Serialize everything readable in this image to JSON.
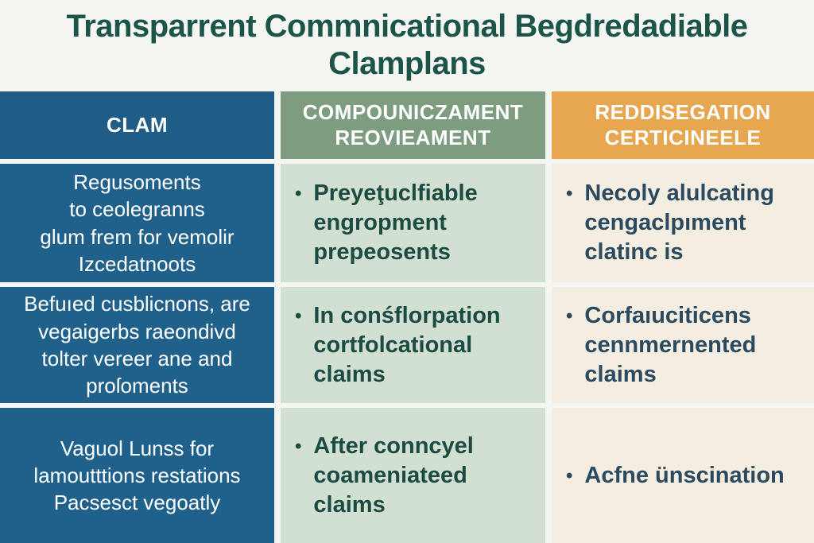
{
  "title": "Transparrent Commnicational Begdredadiable\nClamplans",
  "bullet": "•",
  "colors": {
    "background": "#f5f6f2",
    "title_teal": "#1b5449",
    "column_blue_header": "#1f5d86",
    "column_blue_cell": "#20618b",
    "header_green": "#7d9c80",
    "header_orange": "#e6a750",
    "cell_light_green": "#d1e0d1",
    "cell_cream": "#f3eee1",
    "bullet_text_green": "#1c4b43",
    "bullet_text_slate": "#2c4a5f"
  },
  "chart_data": {
    "type": "table",
    "title": "Transparrent Commnicational Begdredadiable Clamplans",
    "columns": [
      "CLAM",
      "COMPOUNICZAMENT\nREOVIEAMENT",
      "REDDISEGATION\nCERTICINEELE"
    ],
    "rows": [
      [
        "Regusoments\nto ceolegranns\nglum frem for vemolir\nIzcedatnoots",
        "Preyeţuclfiable\nengropment\nprepeosents",
        "Necoly alulcating\ncengaclpıment\nclatinc is"
      ],
      [
        "Befuıed cusblicnons, are\nvegaigerbs raeondivd\ntolter vereer ane and\nproſoments",
        "In conśflorpation\ncortfolcational\nclaims",
        "Corfaıuciticens\ncennmernented\nclaims"
      ],
      [
        "Vaguol Lunss for\nlamoutttions restations\nPacsesct vegoatly",
        "After conncyel\ncoameniateed\nclaims",
        "Acfne ünscination"
      ]
    ],
    "legend": null,
    "grid": false
  }
}
